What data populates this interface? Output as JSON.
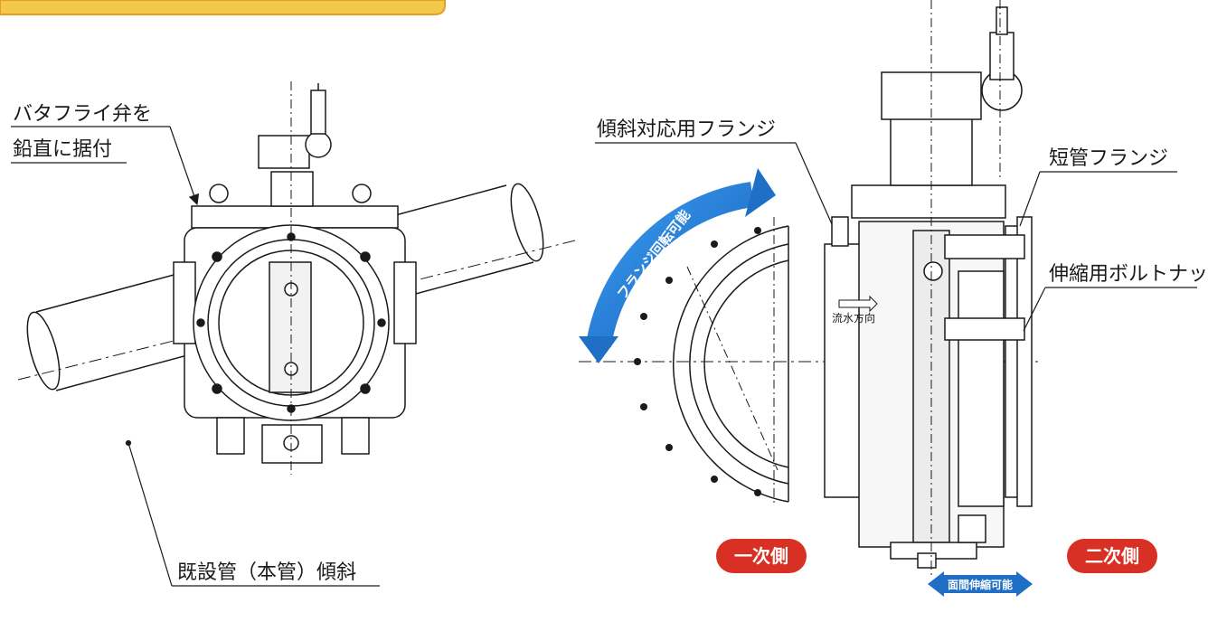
{
  "header_tab": {
    "fill": "#F2C94C",
    "stroke": "#E3A020"
  },
  "left_view": {
    "label_install_line1": "バタフライ弁を",
    "label_install_line2": "鉛直に据付",
    "label_existing_pipe": "既設管（本管）傾斜"
  },
  "right_view": {
    "label_tilt_flange": "傾斜対応用フランジ",
    "label_short_pipe_flange": "短管フランジ",
    "label_expansion_bolt": "伸縮用ボルトナット",
    "label_flow_direction": "流水方向",
    "arrow_rotation_label": "フランジ回転可能",
    "arrow_face_label": "面間伸縮可能",
    "badge_primary": "一次側",
    "badge_secondary": "二次側"
  },
  "colors": {
    "line": "#1a1a1a",
    "valve_fill": "#ffffff",
    "shade": "#e6e6e6",
    "arrow_blue": "#1f6fc7",
    "arrow_blue_light": "#2f8fe6",
    "badge_red": "#d93025",
    "badge_text": "#ffffff"
  }
}
